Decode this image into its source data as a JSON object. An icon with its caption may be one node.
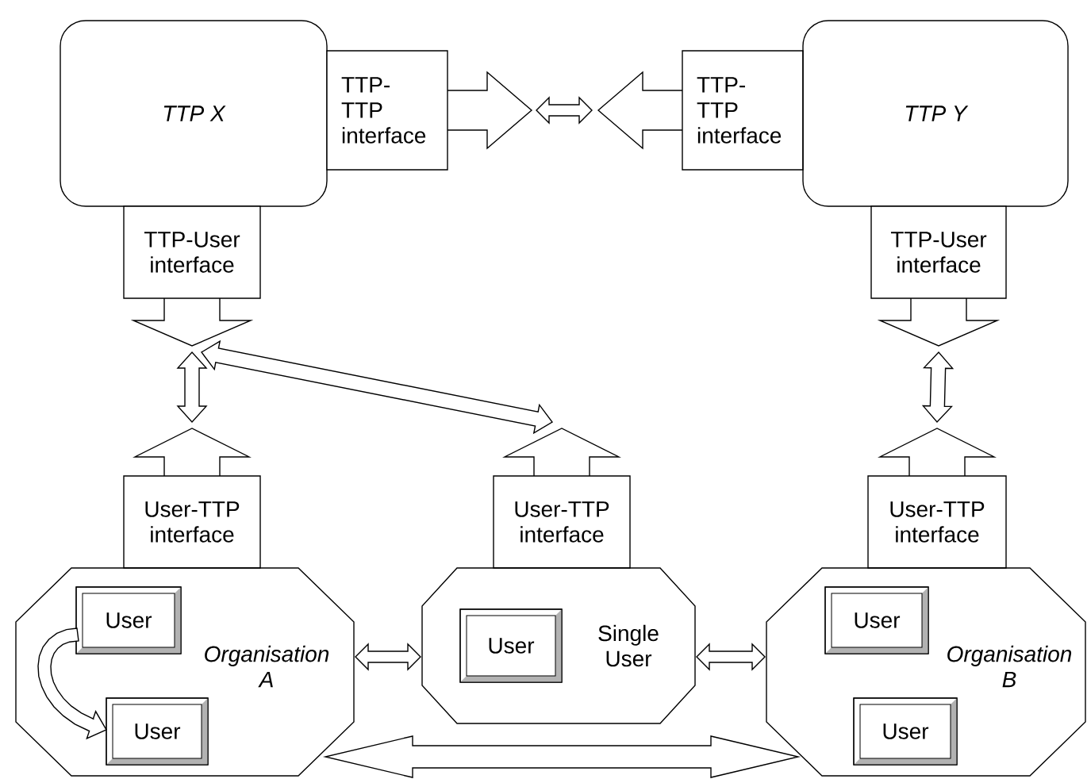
{
  "diagram": {
    "nodes": [
      {
        "text": [
          "TTP X"
        ]
      },
      {
        "text": [
          "TTP- TTP interface"
        ]
      },
      {
        "text": [
          "TTP- TTP interface"
        ]
      },
      {
        "text": [
          "TTP Y"
        ]
      },
      {
        "text": [
          "TTP-User interface"
        ]
      },
      {
        "text": [
          "TTP-User interface"
        ]
      },
      {
        "text": [
          "User-TTP interface"
        ]
      },
      {
        "text": [
          "User-TTP interface"
        ]
      },
      {
        "text": [
          "User-TTP interface"
        ]
      },
      {
        "text": [
          "Organisation A"
        ]
      },
      {
        "text": [
          "User"
        ],
        "in": 9
      },
      {
        "text": [
          "User"
        ],
        "in": 9
      },
      {
        "text": [
          "Single User"
        ]
      },
      {
        "text": [
          "User"
        ],
        "in": 12
      },
      {
        "text": [
          "Organisation B"
        ]
      },
      {
        "text": [
          "User"
        ],
        "in": 14
      },
      {
        "text": [
          "User"
        ],
        "in": 14
      }
    ],
    "edges": [
      {
        "from": 1,
        "to": 2,
        "arrow": "both"
      },
      {
        "from": 4,
        "to": 6,
        "arrow": "both"
      },
      {
        "from": 4,
        "to": 7,
        "arrow": "both"
      },
      {
        "from": 5,
        "to": 8,
        "arrow": "both"
      },
      {
        "from": 9,
        "to": 12,
        "arrow": "both"
      },
      {
        "from": 12,
        "to": 14,
        "arrow": "both"
      },
      {
        "from": 9,
        "to": 14,
        "arrow": "both"
      },
      {
        "from": 10,
        "to": 11,
        "arrow": "to"
      }
    ]
  }
}
